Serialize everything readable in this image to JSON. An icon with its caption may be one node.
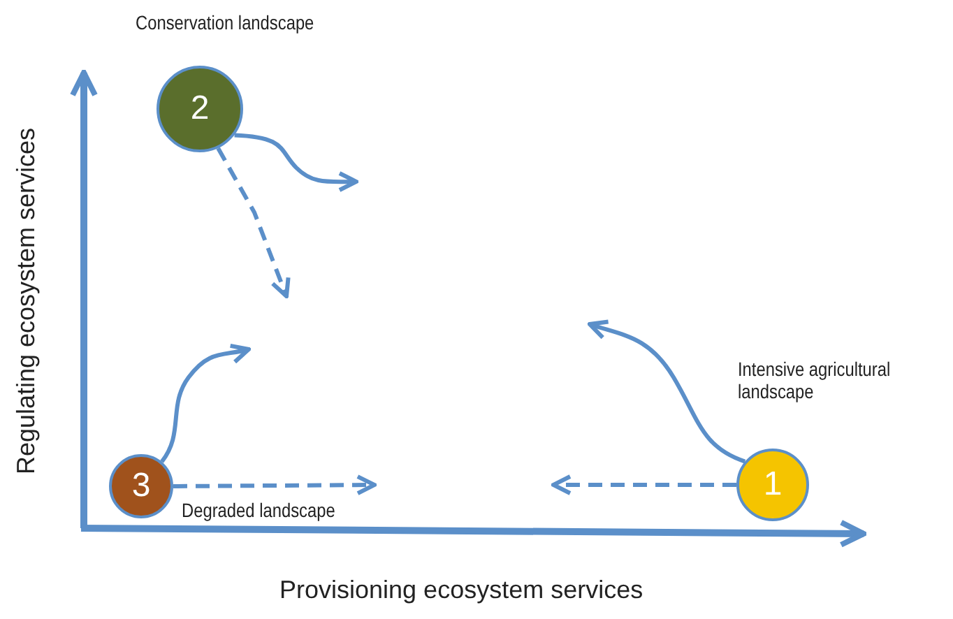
{
  "diagram": {
    "nodes": [
      {
        "text": [
          "2"
        ],
        "beside": [
          "Conservation landscape"
        ]
      },
      {
        "text": [
          "3"
        ],
        "beside": [
          "Degraded landscape"
        ]
      },
      {
        "text": [
          "1"
        ],
        "beside": [
          "Intensive agricultural landscape"
        ]
      }
    ],
    "edges": [
      {
        "from": 0,
        "to": null,
        "arrow": "to"
      },
      {
        "from": 0,
        "to": null,
        "arrow": "to",
        "style": "dashed"
      },
      {
        "from": 1,
        "to": null,
        "arrow": "to"
      },
      {
        "from": 1,
        "to": null,
        "arrow": "to",
        "style": "dashed"
      },
      {
        "from": 2,
        "to": null,
        "arrow": "to"
      },
      {
        "from": 2,
        "to": null,
        "arrow": "to",
        "style": "dashed"
      }
    ],
    "labels": [
      "Regulating ecosystem services",
      "Provisioning ecosystem services"
    ]
  }
}
